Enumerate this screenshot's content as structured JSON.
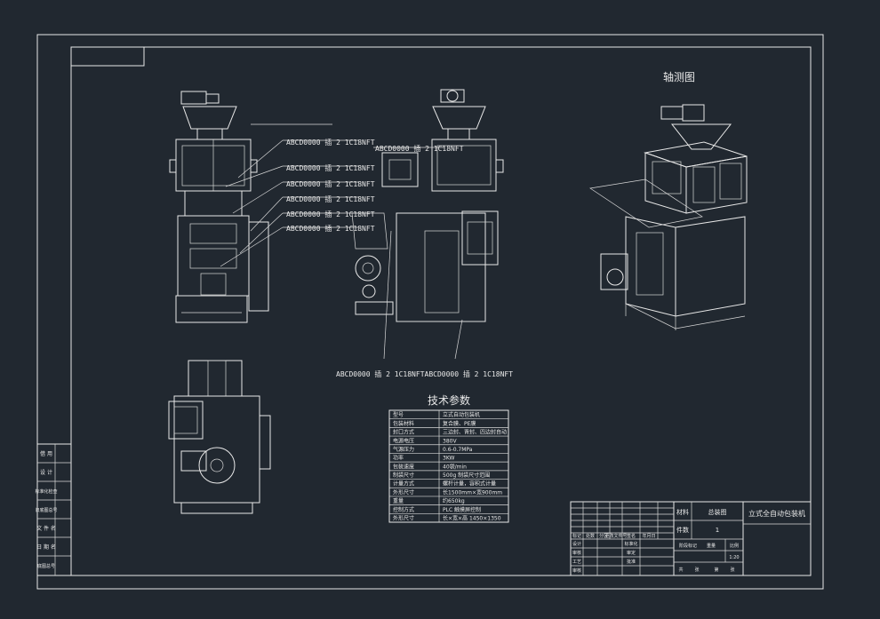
{
  "drawing": {
    "axonometric_title": "轴测图",
    "tech_title": "技术参数",
    "callouts": [
      "ABCD0000 插 2 1C18NFT",
      "ABCD0000 插 2 1C18NFT",
      "ABCD0000 插 2 1C18NFT",
      "ABCD0000 插 2 1C18NFT",
      "ABCD0000 插 2 1C18NFT",
      "ABCD0000 插 2 1C18NFT",
      "ABCD0000 插 2 1C18NFT"
    ],
    "bottom_callout": "ABCD0000 插 2 1C18NFTABCD0000 插 2 1C18NFT",
    "tech_rows": [
      [
        "型号",
        "立式自动包装机"
      ],
      [
        "包装材料",
        "复合膜、PE膜"
      ],
      [
        "封口方式",
        "三边封、背封、四边封自动"
      ],
      [
        "电源电压",
        "380V"
      ],
      [
        "气源压力",
        "0.6-0.7MPa"
      ],
      [
        "功率",
        "3KW"
      ],
      [
        "包装速度",
        "40袋/min"
      ],
      [
        "制袋尺寸",
        "500g 制袋尺寸范围"
      ],
      [
        "计量方式",
        "螺杆计量，容积式计量"
      ],
      [
        "外形尺寸",
        "长1500mm×宽900mm"
      ],
      [
        "重量",
        "约650kg"
      ],
      [
        "控制方式",
        "PLC 触摸屏控制"
      ],
      [
        "外形尺寸",
        "长×宽×高 1450×1350"
      ]
    ],
    "left_strip": [
      "借 用",
      "设 计",
      "标准化检查",
      "旧底图总号",
      "文 件 名",
      "日 期 名",
      "底图总号"
    ]
  },
  "title_block": {
    "material_label": "材料",
    "material_value": "总装图",
    "title": "立式全自动包装机",
    "count_label": "件数",
    "count_value": "1",
    "rev_headers": [
      "标记",
      "处数",
      "分区",
      "更改文件号",
      "签名",
      "年月日"
    ],
    "rows": [
      "设计",
      "审核",
      "工艺",
      "审核"
    ],
    "row2": [
      "标准化",
      "审定",
      "批准"
    ],
    "stage_headers": [
      "阶段标记",
      "重量",
      "比例"
    ],
    "scale": "1:20",
    "sheet": [
      "共",
      "张",
      "第",
      "张"
    ]
  }
}
